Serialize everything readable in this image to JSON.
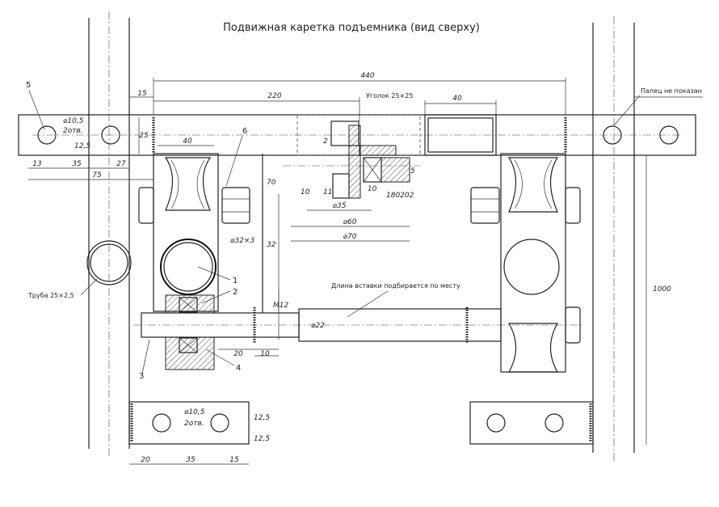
{
  "title": "Подвижная каретка подъемника (вид сверху)",
  "dimensions": {
    "d440": "440",
    "d220": "220",
    "d15": "15",
    "d40_top": "40",
    "d40_left": "40",
    "d25": "25",
    "d13": "13",
    "d35_top": "35",
    "d27": "27",
    "d75": "75",
    "d10_5_top": "⌀10,5",
    "d2otv_top": "2отв.",
    "d12_5_top": "12,5",
    "d70v": "70",
    "d32v": "32",
    "d32x3": "⌀32×3",
    "d2": "2",
    "d10a": "10",
    "d11": "11",
    "d10b": "10",
    "d5": "5",
    "d35b": "⌀35",
    "d60": "⌀60",
    "d70": "⌀70",
    "d180202": "180202",
    "m12": "M12",
    "d22": "⌀22",
    "d20": "20",
    "d10c": "10",
    "d10_5_bot": "⌀10,5",
    "d2otv_bot": "2отв.",
    "d12_5a": "12,5",
    "d12_5b": "12,5",
    "d20_bot": "20",
    "d35_bot": "35",
    "d15_bot": "15",
    "d1000": "1000"
  },
  "labels": {
    "angle": "Уголок 25×25",
    "finger": "Палец не показан",
    "pipe": "Труба 25×2,5",
    "insert": "Длина вставки подбирается по месту"
  },
  "callouts": [
    "1",
    "2",
    "3",
    "4",
    "5",
    "6"
  ]
}
